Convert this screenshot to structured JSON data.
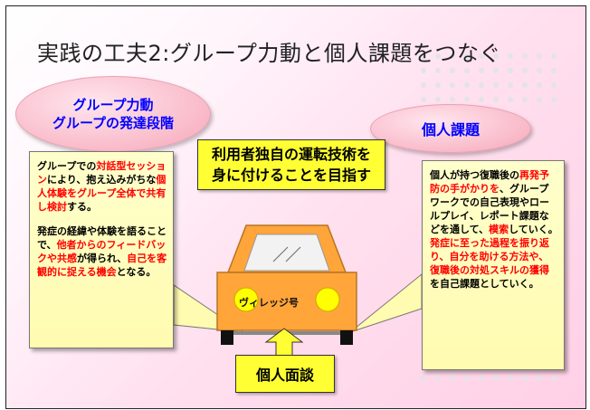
{
  "title": "実践の工夫2:グループ力動と個人課題をつなぐ",
  "oval_left": {
    "line1": "グループ力動",
    "line2": "グループの発達段階"
  },
  "oval_right": {
    "label": "個人課題"
  },
  "goal_box": {
    "line1": "利用者独自の運転技術を",
    "line2": "身に付けることを目指す"
  },
  "car_label": "ヴィレッジ号",
  "interview_box": "個人面談",
  "left_note": {
    "p1": [
      {
        "t": "グループでの",
        "red": false
      },
      {
        "t": "対話型セッション",
        "red": true
      },
      {
        "t": "により、抱え込みがちな",
        "red": false
      },
      {
        "t": "個人体験をグループ全体で共有し検討",
        "red": true
      },
      {
        "t": "する。",
        "red": false
      }
    ],
    "p2": [
      {
        "t": "発症の経緯や体験を語ることで、",
        "red": false
      },
      {
        "t": "他者からのフィードバックや共感",
        "red": true
      },
      {
        "t": "が得られ、",
        "red": false
      },
      {
        "t": "自己を客観的に捉える機会",
        "red": true
      },
      {
        "t": "となる。",
        "red": false
      }
    ]
  },
  "right_note": {
    "p1": [
      {
        "t": "個人が持つ復職後の",
        "red": false
      },
      {
        "t": "再発予防の手がかりを",
        "red": true
      },
      {
        "t": "、グループワークでの自己表現やロールプレイ、レポート課題などを通して、",
        "red": false
      },
      {
        "t": "模索",
        "red": true
      },
      {
        "t": "していく。",
        "red": false
      },
      {
        "t": "発症に至った過程を振り返り、自分を助ける方法や、復職後の対処スキルの獲得",
        "red": true
      },
      {
        "t": "を自己課題としていく。",
        "red": false
      }
    ]
  },
  "colors": {
    "oval_text": "#0000ff",
    "highlight_red": "#ff0000",
    "car_body": "#ffa53a",
    "note_bg": "#ffffcc",
    "goal_bg": "#ffff33"
  }
}
